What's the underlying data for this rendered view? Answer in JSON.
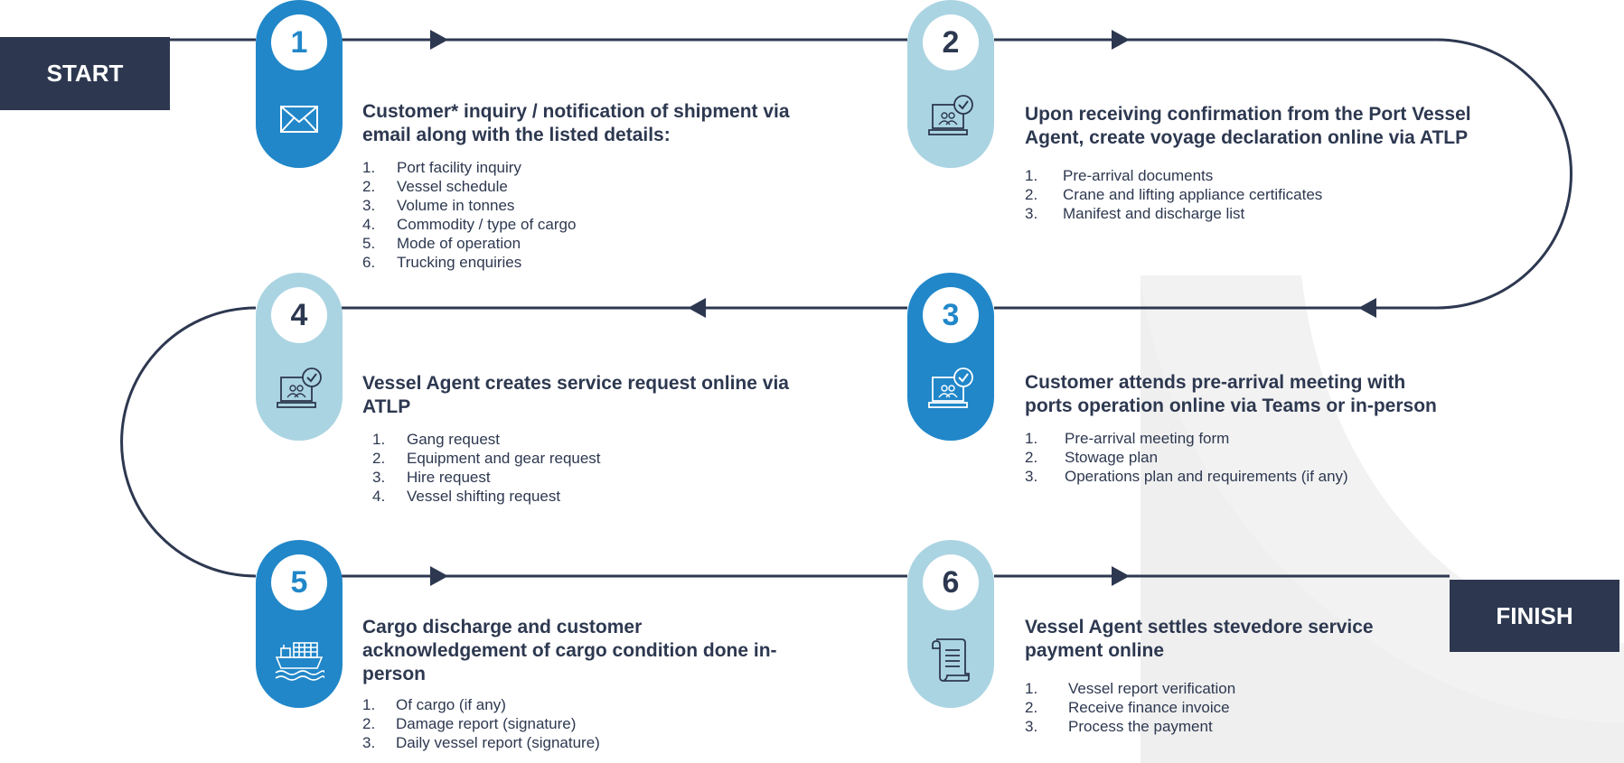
{
  "terminals": {
    "start": "START",
    "finish": "FINISH"
  },
  "colors": {
    "navy": "#2d3850",
    "blue": "#2187c9",
    "light_blue": "#abd4e2",
    "background_arc": "#efefef"
  },
  "steps": [
    {
      "number": "1",
      "icon": "envelope-icon",
      "title": "Customer* inquiry / notification of shipment via email along with the listed details:",
      "items": [
        {
          "n": "1.",
          "text": "Port facility inquiry"
        },
        {
          "n": "2.",
          "text": "Vessel schedule"
        },
        {
          "n": "3.",
          "text": "Volume in tonnes"
        },
        {
          "n": "4.",
          "text": "Commodity / type of cargo"
        },
        {
          "n": "5.",
          "text": "Mode of operation"
        },
        {
          "n": "6.",
          "text": "Trucking enquiries"
        }
      ]
    },
    {
      "number": "2",
      "icon": "laptop-check-icon",
      "title": "Upon receiving confirmation from the Port Vessel Agent, create voyage declaration online via ATLP",
      "items": [
        {
          "n": "1.",
          "text": "Pre-arrival documents"
        },
        {
          "n": "2.",
          "text": "Crane and lifting appliance certificates"
        },
        {
          "n": "3.",
          "text": "Manifest and discharge list"
        }
      ]
    },
    {
      "number": "3",
      "icon": "laptop-check-icon",
      "title": "Customer attends pre-arrival meeting with ports operation online via Teams or in-person",
      "items": [
        {
          "n": "1.",
          "text": "Pre-arrival meeting form"
        },
        {
          "n": "2.",
          "text": "Stowage plan"
        },
        {
          "n": "3.",
          "text": "Operations plan and requirements (if any)"
        }
      ]
    },
    {
      "number": "4",
      "icon": "laptop-check-icon",
      "title": "Vessel Agent creates service request online via ATLP",
      "items": [
        {
          "n": "1.",
          "text": "Gang request"
        },
        {
          "n": "2.",
          "text": "Equipment and gear request"
        },
        {
          "n": "3.",
          "text": "Hire request"
        },
        {
          "n": "4.",
          "text": "Vessel shifting request"
        }
      ]
    },
    {
      "number": "5",
      "icon": "cargo-ship-icon",
      "title": "Cargo discharge and customer acknowledgement of cargo condition done in-person",
      "items": [
        {
          "n": "1.",
          "text": "Of cargo (if any)"
        },
        {
          "n": "2.",
          "text": "Damage report (signature)"
        },
        {
          "n": "3.",
          "text": "Daily vessel report (signature)"
        }
      ]
    },
    {
      "number": "6",
      "icon": "scroll-document-icon",
      "title": "Vessel Agent settles stevedore service payment online",
      "items": [
        {
          "n": "1.",
          "text": "Vessel report verification"
        },
        {
          "n": "2.",
          "text": "Receive finance invoice"
        },
        {
          "n": "3.",
          "text": "Process the payment"
        }
      ]
    }
  ]
}
